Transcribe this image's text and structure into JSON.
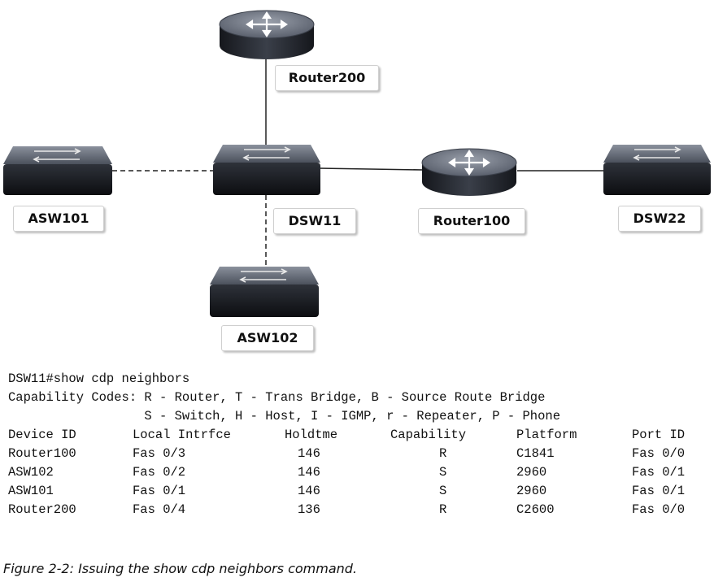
{
  "devices": {
    "router200": "Router200",
    "asw101": "ASW101",
    "dsw11": "DSW11",
    "router100": "Router100",
    "dsw22": "DSW22",
    "asw102": "ASW102"
  },
  "cli": {
    "command": "DSW11#show cdp neighbors",
    "codes_line1": "Capability Codes: R - Router, T - Trans Bridge, B - Source Route Bridge",
    "codes_line2": "                  S - Switch, H - Host, I - IGMP, r - Repeater, P - Phone",
    "headers": {
      "device_id": "Device ID",
      "local_intrfce": "Local Intrfce",
      "holdtme": "Holdtme",
      "capability": "Capability",
      "platform": "Platform",
      "port_id": "Port ID"
    },
    "rows": [
      {
        "device_id": "Router100",
        "local_intrfce": "Fas 0/3",
        "holdtme": "146",
        "capability": "R",
        "platform": "C1841",
        "port_id": "Fas 0/0"
      },
      {
        "device_id": "ASW102",
        "local_intrfce": "Fas 0/2",
        "holdtme": "146",
        "capability": "S",
        "platform": "2960",
        "port_id": "Fas 0/1"
      },
      {
        "device_id": "ASW101",
        "local_intrfce": "Fas 0/1",
        "holdtme": "146",
        "capability": "S",
        "platform": "2960",
        "port_id": "Fas 0/1"
      },
      {
        "device_id": "Router200",
        "local_intrfce": "Fas 0/4",
        "holdtme": "136",
        "capability": "R",
        "platform": "C2600",
        "port_id": "Fas 0/0"
      }
    ]
  },
  "caption": "Figure 2-2: Issuing the show cdp neighbors command.",
  "colors": {
    "device_top": "#6d7482",
    "device_body": "#1c1f25",
    "link": "#222222"
  }
}
